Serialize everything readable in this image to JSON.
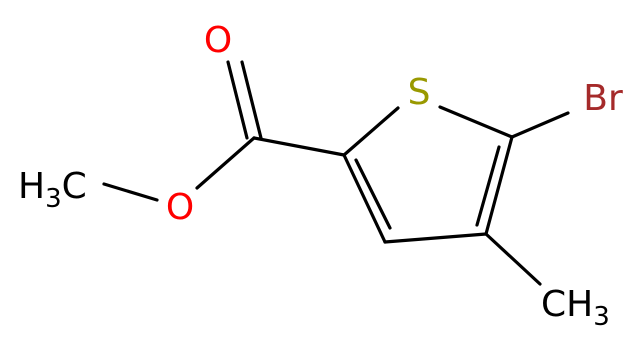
{
  "molecule": {
    "atoms": {
      "S": {
        "text": "S",
        "color": "#999900"
      },
      "Br": {
        "text": "Br",
        "color": "#a52a2a"
      },
      "O_carbonyl": {
        "text": "O",
        "color": "#ff0000"
      },
      "O_ester": {
        "text": "O",
        "color": "#ff0000"
      },
      "methoxy_methyl": {
        "main": "H",
        "sub": "3",
        "tail": "C",
        "color": "#000000"
      },
      "ring_methyl": {
        "main": "CH",
        "sub": "3",
        "color": "#000000"
      }
    },
    "bond_color": "#000000"
  }
}
